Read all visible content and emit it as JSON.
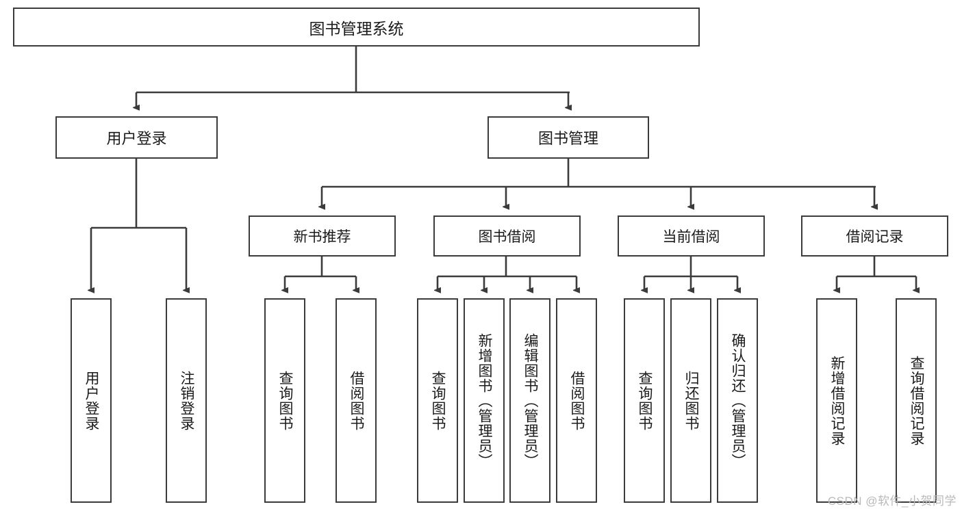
{
  "diagram": {
    "title": "图书管理系统",
    "type": "tree",
    "colors": {
      "stroke": "#3b3b3b",
      "fill": "#ffffff",
      "text": "#1a1a1a",
      "watermark": "#b9b9b9"
    },
    "watermark": "CSDN @软件_小贺同学",
    "nodes": {
      "root": {
        "label": "图书管理系统"
      },
      "level1": [
        {
          "id": "user-login",
          "label": "用户登录"
        },
        {
          "id": "book-manage",
          "label": "图书管理"
        }
      ],
      "level2": [
        {
          "id": "new-book-rec",
          "label": "新书推荐"
        },
        {
          "id": "book-borrow",
          "label": "图书借阅"
        },
        {
          "id": "current-borrow",
          "label": "当前借阅"
        },
        {
          "id": "borrow-record",
          "label": "借阅记录"
        }
      ],
      "leaves": {
        "user-login": [
          {
            "id": "leaf-user-login",
            "label": "用户登录"
          },
          {
            "id": "leaf-user-logout",
            "label": "注销登录"
          }
        ],
        "new-book-rec": [
          {
            "id": "leaf-query-book-1",
            "label": "查询图书"
          },
          {
            "id": "leaf-borrow-book-1",
            "label": "借阅图书"
          }
        ],
        "book-borrow": [
          {
            "id": "leaf-query-book-2",
            "label": "查询图书"
          },
          {
            "id": "leaf-add-book",
            "label": "新增图书（管理员）"
          },
          {
            "id": "leaf-edit-book",
            "label": "编辑图书（管理员）"
          },
          {
            "id": "leaf-borrow-book-2",
            "label": "借阅图书"
          }
        ],
        "current-borrow": [
          {
            "id": "leaf-query-book-3",
            "label": "查询图书"
          },
          {
            "id": "leaf-return-book",
            "label": "归还图书"
          },
          {
            "id": "leaf-confirm-return",
            "label": "确认归还（管理员）"
          }
        ],
        "borrow-record": [
          {
            "id": "leaf-add-record",
            "label": "新增借阅记录"
          },
          {
            "id": "leaf-query-record",
            "label": "查询借阅记录"
          }
        ]
      }
    }
  }
}
